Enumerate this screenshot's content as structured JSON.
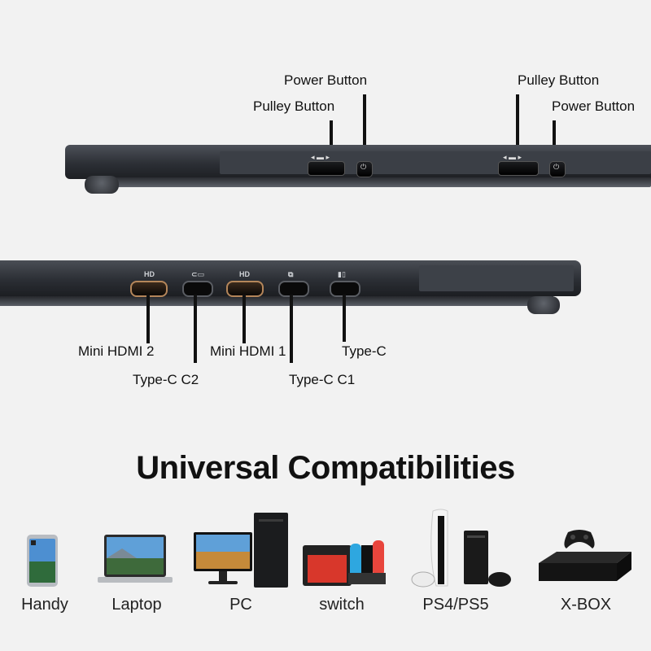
{
  "top_labels": {
    "power_left": "Power Button",
    "pulley_left": "Pulley Button",
    "pulley_right": "Pulley Button",
    "power_right": "Power Button"
  },
  "port_labels": {
    "mini_hdmi_2": "Mini HDMI 2",
    "type_c_c2": "Type-C C2",
    "mini_hdmi_1": "Mini HDMI 1",
    "type_c_c1": "Type-C C1",
    "type_c": "Type-C"
  },
  "port_icons": {
    "hdmi_icon_1": "HD",
    "hdmi_icon_2": "HD"
  },
  "heading": "Universal Compatibilities",
  "devices": [
    {
      "label": "Handy",
      "icon": "phone-icon"
    },
    {
      "label": "Laptop",
      "icon": "laptop-icon"
    },
    {
      "label": "PC",
      "icon": "desktop-pc-icon"
    },
    {
      "label": "switch",
      "icon": "switch-console-icon"
    },
    {
      "label": "PS4/PS5",
      "icon": "playstation-icon"
    },
    {
      "label": "X-BOX",
      "icon": "xbox-icon"
    }
  ]
}
